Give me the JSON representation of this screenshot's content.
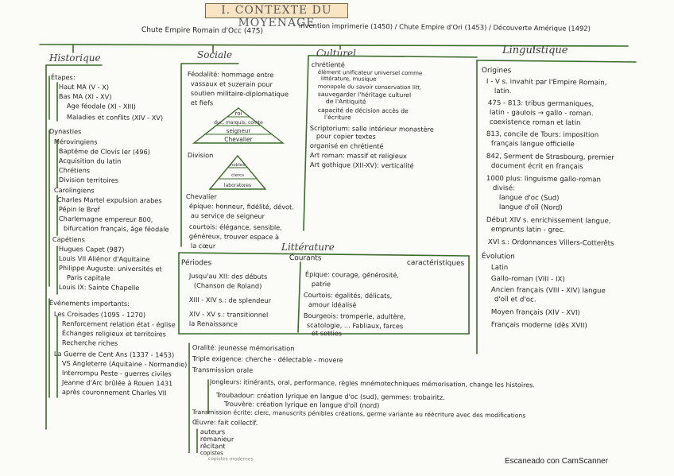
{
  "title": "I. CONTEXTE DU MOYENAGE",
  "timeline": {
    "a": "Chute Empire Romain d'Occ (475)",
    "b": "invention imprimerie (1450) / Chute Empire d'Ori (1453) / Découverte Amérique (1492)"
  },
  "colors": {
    "highlight": "#f6d6a0",
    "line": "#3d6b2d"
  },
  "historique": {
    "heading": "Historique",
    "lines": [
      "Étapes:",
      "Haut MA (V - X)",
      "Bas MA (XI - XV)",
      "Age féodale (XI - XIII)",
      "Maladies et conflits (XIV - XV)",
      "Dynasties",
      "Mérovingiens",
      "Baptême de Clovis Ier (496)",
      "Acquisition du latin",
      "Chrétiens",
      "Division territoires",
      "Carolingiens",
      "Charles Martel expulsion arabes",
      "Pépin le Bref",
      "Charlemagne empereur 800,",
      "bifurcation français, âge féodale",
      "Capétiens",
      "Hugues Capet (987)",
      "Louis VII Aliénor d'Aquitaine",
      "Philippe Auguste: universités et",
      "Paris capitale",
      "Louis IX: Sainte Chapelle",
      "Événements importants:",
      "Les Croisades (1095 - 1270)",
      "Renforcement relation état - église",
      "Échanges religieux et territoires",
      "Recherche riches",
      "La Guerre de Cent Ans (1337 - 1453)",
      "VS Angleterre (Aquitaine - Normandie)",
      "Interrompu Peste - guerres civiles",
      "Jeanne d'Arc brûlée à Rouen 1431",
      "après couronnement Charles VII"
    ]
  },
  "sociale": {
    "heading": "Sociale",
    "feodalite": [
      "Féodalité: hommage entre",
      "vassaux et suzerain pour",
      "soutien militaire-diplomatique",
      "et fiefs"
    ],
    "tri1": [
      "roi",
      "duc, marquis, comte",
      "seigneur",
      "Chevalier"
    ],
    "division": "Division",
    "tri2": [
      "nobles",
      "clercs",
      "laboratores"
    ],
    "chevalier": [
      "Chevalier",
      "épique: honneur, fidélité, dévot.",
      "au service de seigneur",
      "courtois: élégance, sensible,",
      "généreux, trouver espace à",
      "la cœur"
    ]
  },
  "culturel": {
    "heading": "Culturel",
    "lines": [
      "chrétienté",
      "élément unificateur universel comme",
      "littérature, musique",
      "monopole du savoir conservation litt.",
      "sauvegarder l'héritage culturel",
      "de l'Antiquité",
      "capacité de décision accès de",
      "l'écriture",
      "Scriptorium: salle intérieur monastère",
      "pour copier textes",
      "organisé en chrétienté",
      "Art roman: massif et religieux",
      "Art gothique (XII-XV): verticalité"
    ]
  },
  "linguistique": {
    "heading": "Linguistique",
    "lines": [
      "Origines",
      "I - V s. invahit par l'Empire Romain,",
      "latin.",
      "475 - 813: tribus germaniques,",
      "latin - gaulois → gallo - roman.",
      "coexistence roman et latin",
      "813, concile de Tours: imposition",
      "français langue officielle",
      "842, Serment de Strasbourg, premier",
      "document écrit en français",
      "1000 plus: linguisme gallo-roman",
      "divisé:",
      "langue d'oc (Sud)",
      "langue d'oïl (Nord)",
      "Début XIV s. enrichissement langue,",
      "emprunts latin - grec.",
      "XVI s.: Ordonnances Villers-Cotterêts",
      "Évolution",
      "Latin",
      "Gallo-roman (VIII - IX)",
      "Ancien français (VIII - XIV) langue",
      "d'oïl et d'oc.",
      "Moyen français (XIV - XVI)",
      "Français moderne (dès XVII)"
    ]
  },
  "litterature": {
    "heading": "Littérature",
    "periodes_label": "Périodes",
    "courants_label": "Courants",
    "caracteristiques_label": "caractéristiques",
    "periodes": [
      "Jusqu'au XII: des débuts",
      "(Chanson de Roland)",
      "XIII - XIV s.: de splendeur",
      "XIV - XV s.: transitionnel",
      "la Renaissance"
    ],
    "courants": [
      "Épique: courage, générosité,",
      "patrie",
      "Courtois: égalités, délicats,",
      "amour idéalisé",
      "Bourgeois: tromperie, adultère,",
      "scatologie, ... Fabliaux, farces",
      "et sotties"
    ],
    "bottom": [
      "Oralité: jeunesse mémorisation",
      "Triple exigence: cherche - délectable - movere",
      "Transmission orale",
      "Jongleurs: itinérants, oral, performance, règles mnémotechniques mémorisation, change les histoires.",
      "Troubadour: création lyrique en langue d'oc (sud), gemmes: trobairitz.",
      "Trouvère: création lyrique en langue d'oïl (nord)",
      "Transmission écrite: clerc, manuscrits pénibles créations, germe variante au réécriture avec des modifications",
      "Œuvre: fait collectif.",
      "auteurs",
      "remanieur",
      "récitant",
      "copistes",
      "copistes modernes"
    ]
  },
  "footer": "Escaneado con CamScanner"
}
